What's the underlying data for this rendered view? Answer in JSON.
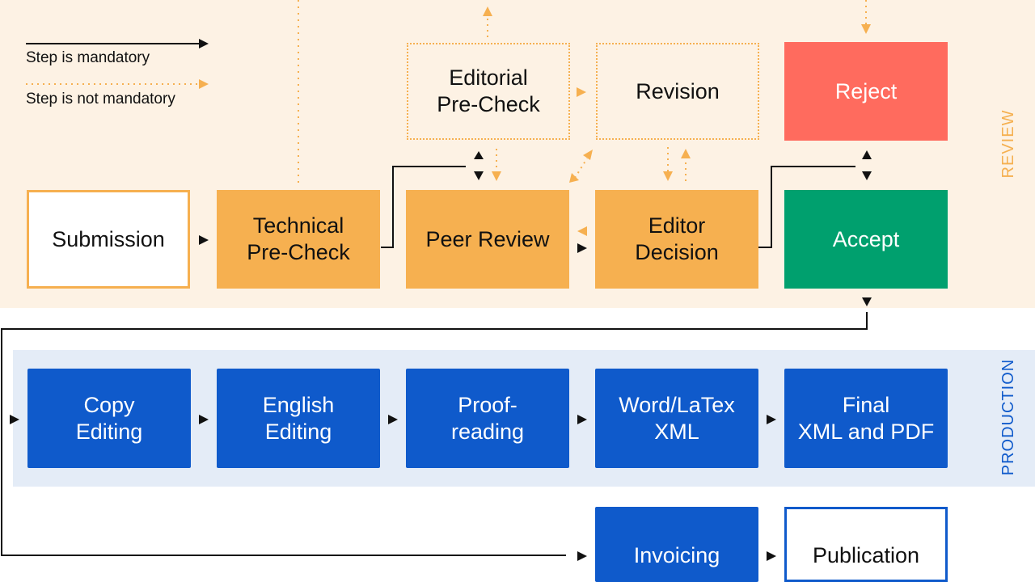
{
  "legend": {
    "mandatory": "Step is mandatory",
    "optional": "Step is not mandatory"
  },
  "sections": {
    "review": "REVIEW",
    "production": "PRODUCTION"
  },
  "review_steps": {
    "submission": "Submission",
    "technical_precheck": "Technical\nPre-Check",
    "peer_review": "Peer Review",
    "editor_decision": "Editor\nDecision",
    "accept": "Accept",
    "editorial_precheck": "Editorial\nPre-Check",
    "revision": "Revision",
    "reject": "Reject"
  },
  "production_steps": {
    "copy_editing": "Copy\nEditing",
    "english_editing": "English\nEditing",
    "proofreading": "Proof-\nreading",
    "word_latex": "Word/LaTex\nXML",
    "final": "Final\nXML and PDF"
  },
  "publication_steps": {
    "invoicing": "Invoicing",
    "publication": "Publication"
  },
  "colors": {
    "orange": "#f6b050",
    "red": "#ff6b5e",
    "green": "#00a06e",
    "blue": "#0f5acb",
    "review_bg": "#fdf2e4",
    "production_bg": "#e4ecf7"
  }
}
